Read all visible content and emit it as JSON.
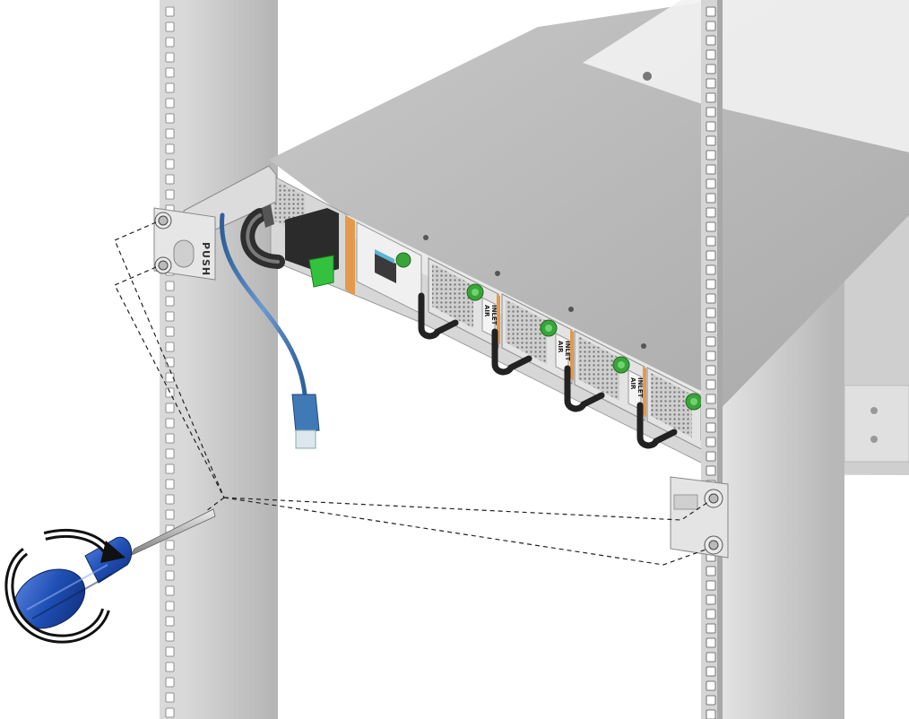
{
  "diagram": {
    "bracket_label": "PUSH",
    "psu_labels": [
      "AIR\nINLET",
      "AIR\nINLET",
      "AIR\nINLET"
    ],
    "colors": {
      "rail": "#c9c9c9",
      "rail_shadow": "#a9a9a9",
      "chassis_top": "#b9b9b9",
      "chassis_rear": "#cfcfcf",
      "thumbscrew": "#3aa43a",
      "release_tab": "#34c23e",
      "cable_blue": "#4a7fb8",
      "screwdriver_handle": "#1f4fb5",
      "dashed_line": "#222222"
    },
    "icons": [
      "screwdriver-icon",
      "rotation-arrow-icon",
      "rack-screw-icon"
    ]
  }
}
